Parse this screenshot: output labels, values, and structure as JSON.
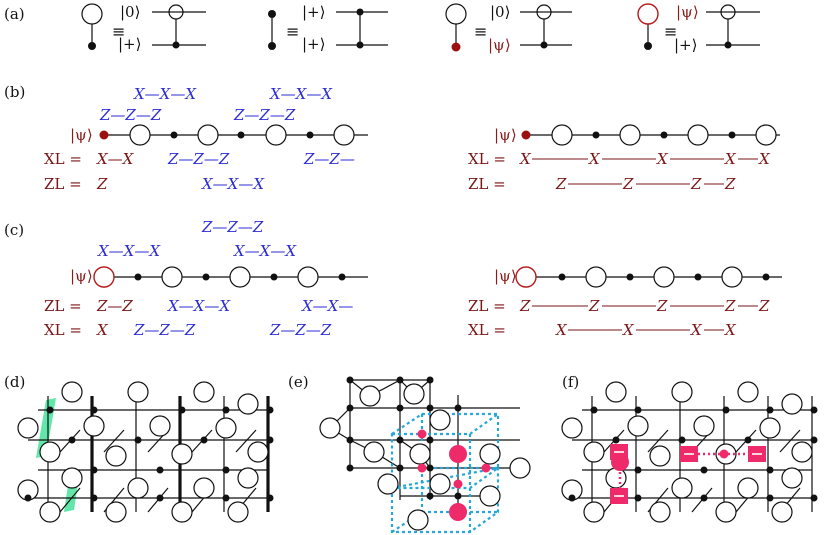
{
  "panel_labels": {
    "a": "(a)",
    "b": "(b)",
    "c": "(c)",
    "d": "(d)",
    "e": "(e)",
    "f": "(f)"
  },
  "symbols": {
    "equiv": "≡",
    "ket0": "|0⟩",
    "ketplus": "|+⟩",
    "ketpsi": "|ψ⟩"
  },
  "panel_b": {
    "xl_label": "XL =",
    "zl_label": "ZL =",
    "left_blue_top": [
      "X—X—X",
      "X—X—X"
    ],
    "left_blue_mid": [
      "Z—Z—Z",
      "Z—Z—Z"
    ],
    "left_xl_row": [
      "X—X",
      "Z—Z—Z",
      "Z—Z—"
    ],
    "left_zl_row": [
      "Z",
      "X—X—X"
    ],
    "right_xl": [
      "X",
      "X",
      "X",
      "X",
      "X"
    ],
    "right_zl": [
      "Z",
      "Z",
      "Z",
      "Z"
    ]
  },
  "panel_c": {
    "zl_label": "ZL =",
    "xl_label": "XL =",
    "top_blue": [
      "Z—Z—Z",
      "X—X—X",
      "X—X—X"
    ],
    "left_zl_row": [
      "Z—Z",
      "X—X—X",
      "X—X—"
    ],
    "left_xl_row": [
      "X",
      "Z—Z—Z",
      "Z—Z—Z"
    ],
    "right_zl": [
      "Z",
      "Z",
      "Z",
      "Z",
      "Z"
    ],
    "right_xl": [
      "X",
      "X",
      "X",
      "X"
    ]
  },
  "colors": {
    "blue": "#2b2bd6",
    "dark_red": "#7a1515",
    "pink": "#ee2a6b",
    "cyan": "#27a7d8",
    "green": "#45e39a"
  },
  "icons": {
    "pink_box": "minus-box-icon"
  }
}
